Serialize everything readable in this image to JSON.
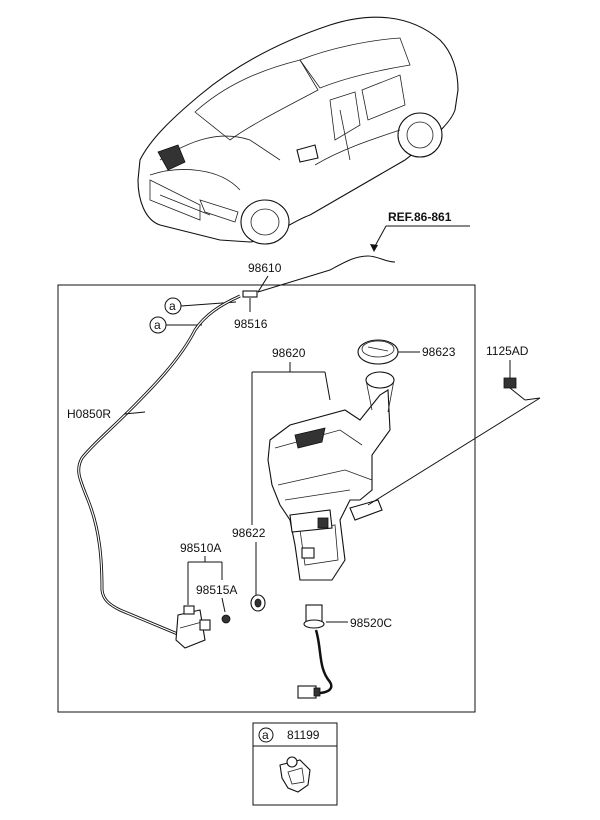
{
  "diagram": {
    "reference": "REF.86-861",
    "parts": {
      "hose_main": "98610",
      "nozzle": "98516",
      "hose_r": "H0850R",
      "reservoir": "98620",
      "cap": "98623",
      "bolt": "1125AD",
      "grommet": "98622",
      "pump_assy": "98510A",
      "seal": "98515A",
      "level_sensor": "98520C",
      "clip": "81199"
    },
    "callout_letter": "a"
  }
}
